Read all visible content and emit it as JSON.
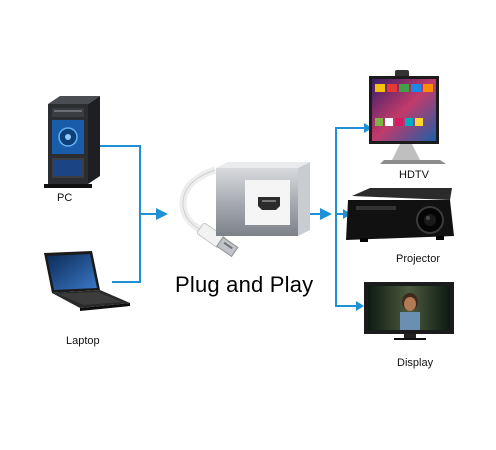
{
  "title": "Plug and Play",
  "inputs": [
    {
      "label": "PC",
      "icon": "pc-tower-icon"
    },
    {
      "label": "Laptop",
      "icon": "laptop-icon"
    }
  ],
  "outputs": [
    {
      "label": "HDTV",
      "icon": "hdtv-icon"
    },
    {
      "label": "Projector",
      "icon": "projector-icon"
    },
    {
      "label": "Display",
      "icon": "display-monitor-icon"
    }
  ],
  "center_device": "usb-to-hdmi-adapter-icon",
  "colors": {
    "connector": "#1e90d6",
    "text": "#111111"
  }
}
